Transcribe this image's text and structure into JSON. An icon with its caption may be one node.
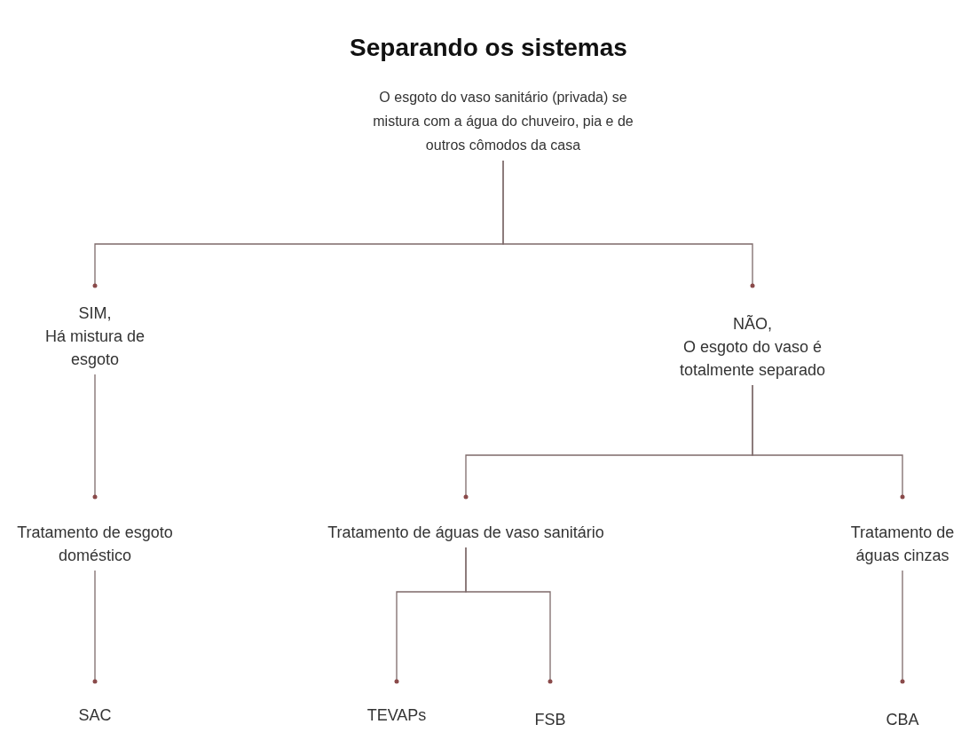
{
  "diagram": {
    "title": "Separando os sistemas",
    "nodes": [
      {
        "text": [
          "O esgoto do vaso sanitário (privada) se mistura com a água do chuveiro, pia e de outros cômodos da casa"
        ]
      },
      {
        "text": [
          "SIM,",
          "Há mistura de esgoto"
        ]
      },
      {
        "text": [
          "NÃO,",
          "O esgoto do vaso é totalmente separado"
        ]
      },
      {
        "text": [
          "Tratamento de esgoto doméstico"
        ]
      },
      {
        "text": [
          "Tratamento de águas de vaso sanitário"
        ]
      },
      {
        "text": [
          "Tratamento de águas cinzas"
        ]
      },
      {
        "text": [
          "SAC"
        ]
      },
      {
        "text": [
          "TEVAPs"
        ]
      },
      {
        "text": [
          "FSB"
        ]
      },
      {
        "text": [
          "CBA"
        ]
      }
    ],
    "edges": [
      {
        "from": 0,
        "to": 1,
        "arrow": "other"
      },
      {
        "from": 0,
        "to": 2,
        "arrow": "other"
      },
      {
        "from": 1,
        "to": 3,
        "arrow": "other"
      },
      {
        "from": 2,
        "to": 4,
        "arrow": "other"
      },
      {
        "from": 2,
        "to": 5,
        "arrow": "other"
      },
      {
        "from": 3,
        "to": 6,
        "arrow": "other"
      },
      {
        "from": 4,
        "to": 7,
        "arrow": "other"
      },
      {
        "from": 4,
        "to": 8,
        "arrow": "other"
      },
      {
        "from": 5,
        "to": 9,
        "arrow": "other"
      }
    ]
  }
}
